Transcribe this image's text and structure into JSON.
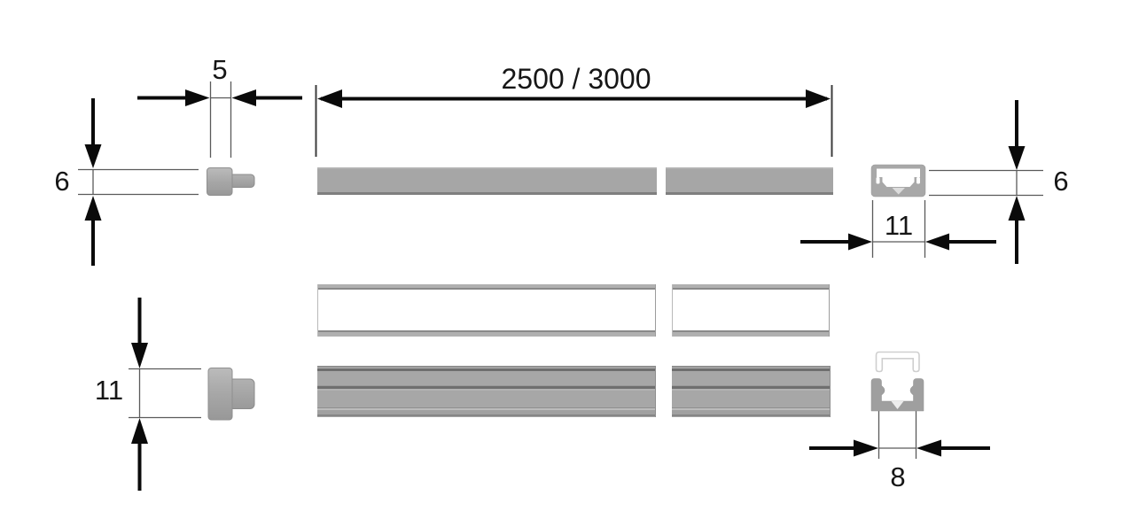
{
  "drawing": {
    "labels": {
      "cap_width": "5",
      "length": "2500 / 3000",
      "height_left": "6",
      "height_right": "6",
      "outer_width": "11",
      "cap_height": "11",
      "inner_width": "8"
    },
    "colors": {
      "profile_gray": "#a6a6a6",
      "dimension_black": "#0a0a0a",
      "extension_gray": "#5a5a5a",
      "cover_outline_gray": "#cfcfcf",
      "background": "#ffffff"
    }
  }
}
